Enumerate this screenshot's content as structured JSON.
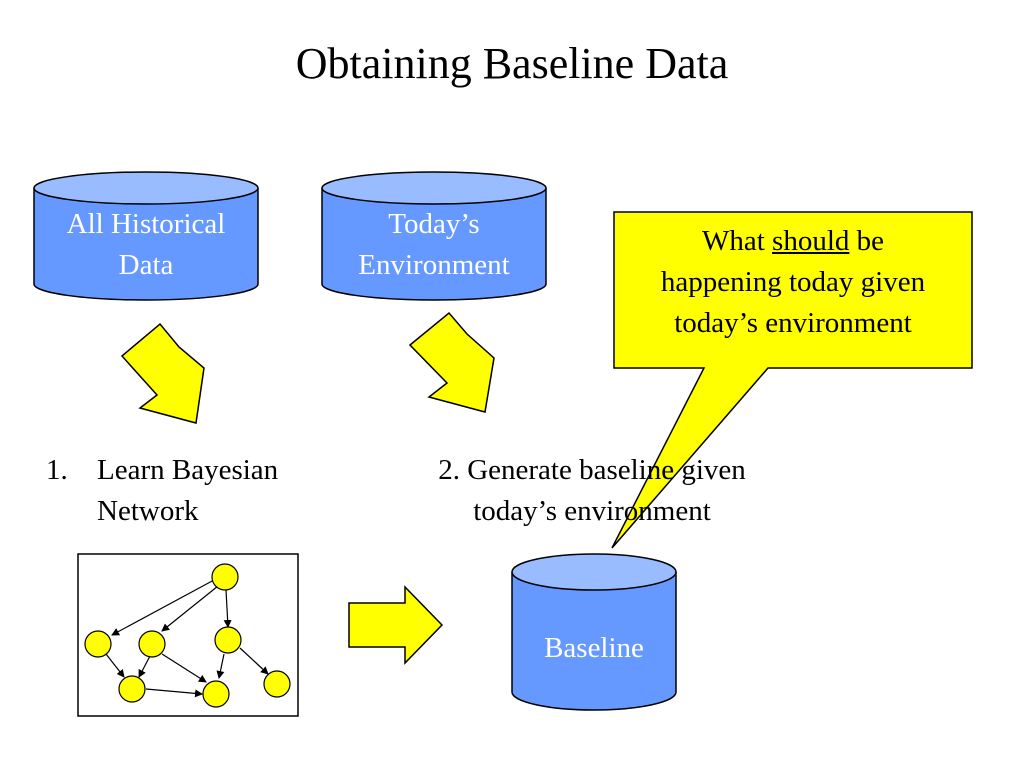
{
  "title": "Obtaining Baseline Data",
  "databases": {
    "historical": {
      "line1": "All Historical",
      "line2": "Data"
    },
    "today": {
      "line1": "Today’s",
      "line2": "Environment"
    },
    "baseline": {
      "label": "Baseline"
    }
  },
  "steps": {
    "learn": {
      "number": "1.",
      "line1": "Learn Bayesian",
      "line2": "Network"
    },
    "generate": {
      "line1": "2. Generate baseline given",
      "line2": "today’s environment"
    }
  },
  "callout": {
    "prefix": "What ",
    "emphasis": "should",
    "suffix": " be",
    "line2": "happening today given",
    "line3": "today’s environment"
  },
  "colors": {
    "cylinder_body": "#6699ff",
    "cylinder_top": "#99bbff",
    "arrow_fill": "#ffff00",
    "node_fill": "#ffff00",
    "callout_fill": "#ffff00"
  }
}
